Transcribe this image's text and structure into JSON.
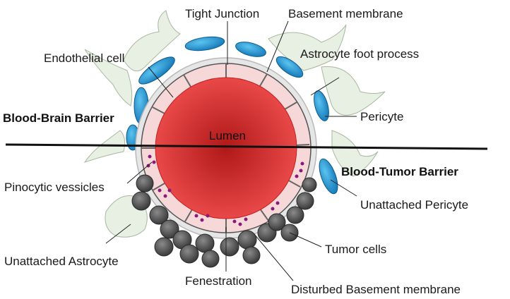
{
  "labels": {
    "tight_junction": "Tight Junction",
    "basement_membrane": "Basement membrane",
    "endothelial_cell": "Endothelial cell",
    "astrocyte_foot_process": "Astrocyte foot process",
    "blood_brain_barrier": "Blood-Brain Barrier",
    "pericyte": "Pericyte",
    "lumen": "Lumen",
    "blood_tumor_barrier": "Blood-Tumor Barrier",
    "pinocytic_vessicles": "Pinocytic vessicles",
    "unattached_pericyte": "Unattached Pericyte",
    "tumor_cells": "Tumor cells",
    "unattached_astrocyte": "Unattached Astrocyte",
    "fenestration": "Fenestration",
    "disturbed_basement_membrane": "Disturbed Basement membrane"
  },
  "colors": {
    "lumen_center": "#b01818",
    "lumen_edge": "#e84848",
    "endothelial_fill": "#f7d8d8",
    "basement_membrane": "#d8d8d8",
    "astrocyte_fill": "#e8f0e4",
    "pericyte_fill": "#1e9ad8",
    "tumor_cell_fill": "#505050",
    "vesicle_fill": "#8a1a7a"
  }
}
